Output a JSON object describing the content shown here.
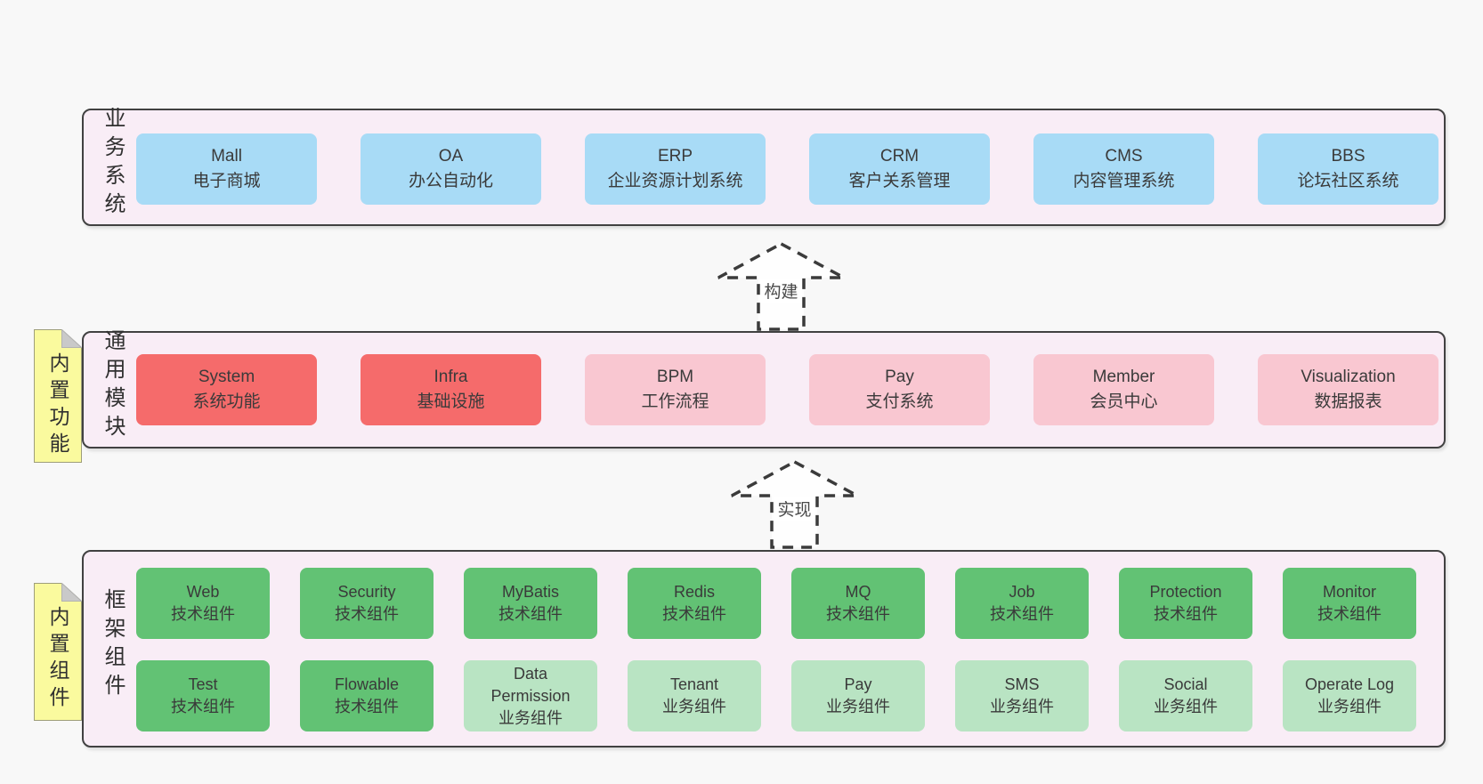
{
  "colors": {
    "page_bg": "#f8f8f8",
    "panel_bg": "#f9edf6",
    "panel_border": "#414141",
    "blue": "#a8dbf6",
    "red": "#f56b6b",
    "pink": "#f9c7d1",
    "green": "#62c274",
    "light_green": "#b9e4c3",
    "note_yellow": "#fafa9e",
    "note_fold": "#c9c9c9",
    "text": "#3a3a3a"
  },
  "sections": [
    {
      "label": "业务系统",
      "boxes": [
        {
          "name": "Mall",
          "desc": "电子商城",
          "variant": "blue"
        },
        {
          "name": "OA",
          "desc": "办公自动化",
          "variant": "blue"
        },
        {
          "name": "ERP",
          "desc": "企业资源计划系统",
          "variant": "blue"
        },
        {
          "name": "CRM",
          "desc": "客户关系管理",
          "variant": "blue"
        },
        {
          "name": "CMS",
          "desc": "内容管理系统",
          "variant": "blue"
        },
        {
          "name": "BBS",
          "desc": "论坛社区系统",
          "variant": "blue"
        }
      ]
    },
    {
      "label": "通用模块",
      "note": "内置功能",
      "boxes": [
        {
          "name": "System",
          "desc": "系统功能",
          "variant": "red"
        },
        {
          "name": "Infra",
          "desc": "基础设施",
          "variant": "red"
        },
        {
          "name": "BPM",
          "desc": "工作流程",
          "variant": "pink"
        },
        {
          "name": "Pay",
          "desc": "支付系统",
          "variant": "pink"
        },
        {
          "name": "Member",
          "desc": "会员中心",
          "variant": "pink"
        },
        {
          "name": "Visualization",
          "desc": "数据报表",
          "variant": "pink"
        }
      ]
    },
    {
      "label": "框架组件",
      "note": "内置组件",
      "rows": [
        [
          {
            "name": "Web",
            "desc": "技术组件",
            "variant": "green"
          },
          {
            "name": "Security",
            "desc": "技术组件",
            "variant": "green"
          },
          {
            "name": "MyBatis",
            "desc": "技术组件",
            "variant": "green"
          },
          {
            "name": "Redis",
            "desc": "技术组件",
            "variant": "green"
          },
          {
            "name": "MQ",
            "desc": "技术组件",
            "variant": "green"
          },
          {
            "name": "Job",
            "desc": "技术组件",
            "variant": "green"
          },
          {
            "name": "Protection",
            "desc": "技术组件",
            "variant": "green"
          },
          {
            "name": "Monitor",
            "desc": "技术组件",
            "variant": "green"
          }
        ],
        [
          {
            "name": "Test",
            "desc": "技术组件",
            "variant": "green"
          },
          {
            "name": "Flowable",
            "desc": "技术组件",
            "variant": "green"
          },
          {
            "name": "Data Permission",
            "desc": "业务组件",
            "variant": "light_green"
          },
          {
            "name": "Tenant",
            "desc": "业务组件",
            "variant": "light_green"
          },
          {
            "name": "Pay",
            "desc": "业务组件",
            "variant": "light_green"
          },
          {
            "name": "SMS",
            "desc": "业务组件",
            "variant": "light_green"
          },
          {
            "name": "Social",
            "desc": "业务组件",
            "variant": "light_green"
          },
          {
            "name": "Operate Log",
            "desc": "业务组件",
            "variant": "light_green"
          }
        ]
      ]
    }
  ],
  "arrows": [
    {
      "label": "构建"
    },
    {
      "label": "实现"
    }
  ]
}
